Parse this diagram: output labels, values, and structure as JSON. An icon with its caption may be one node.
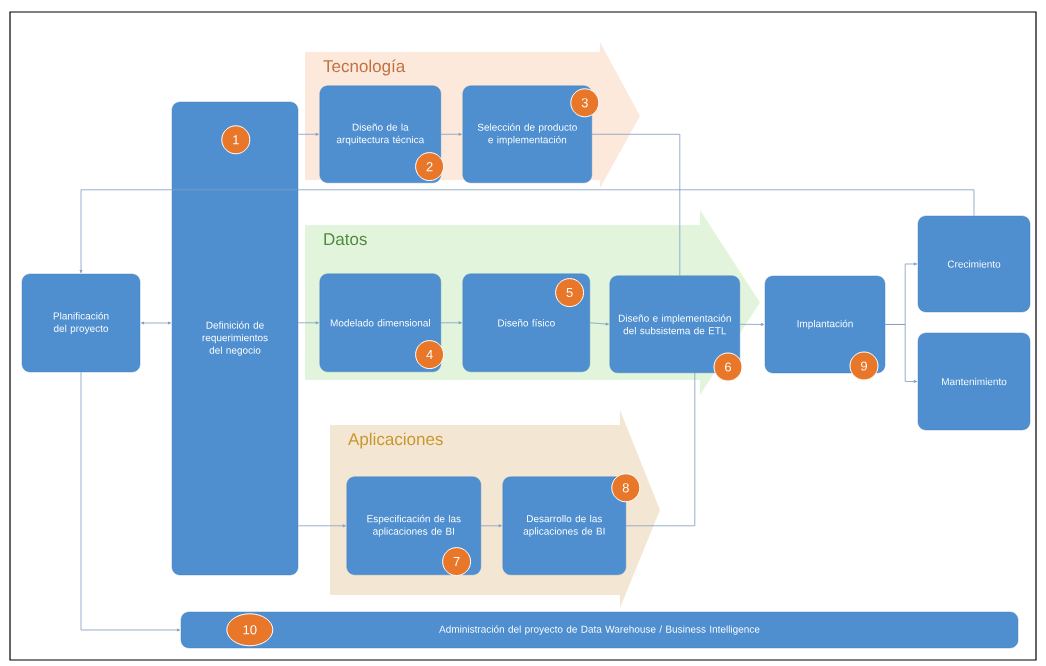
{
  "diagram": {
    "nodes": [
      {
        "text": [
          "Planificación del proyecto"
        ]
      },
      {
        "text": [
          "Definición de requerimientos del negocio"
        ]
      },
      {
        "text": [
          "1"
        ],
        "in": 1
      },
      {
        "text": [
          "Tecnología"
        ]
      },
      {
        "text": [
          "Diseño de la arquitectura técnica"
        ],
        "in": 3
      },
      {
        "text": [
          "2"
        ],
        "in": 4
      },
      {
        "text": [
          "Selección de producto e implementación"
        ],
        "in": 3
      },
      {
        "text": [
          "3"
        ],
        "in": 3
      },
      {
        "text": [
          "Datos"
        ]
      },
      {
        "text": [
          "Modelado dimensional"
        ],
        "in": 8
      },
      {
        "text": [
          "4"
        ],
        "in": 9
      },
      {
        "text": [
          "Diseño físico"
        ],
        "in": 8
      },
      {
        "text": [
          "5"
        ],
        "in": 11
      },
      {
        "text": [
          "Diseño e implementación del subsistema de ETL"
        ],
        "in": 8
      },
      {
        "text": [
          "6"
        ]
      },
      {
        "text": [
          "Aplicaciones"
        ]
      },
      {
        "text": [
          "Especificación de las aplicaciones de BI"
        ],
        "in": 15
      },
      {
        "text": [
          "7"
        ],
        "in": 16
      },
      {
        "text": [
          "Desarrollo de las aplicaciones de BI"
        ],
        "in": 15
      },
      {
        "text": [
          "8"
        ],
        "in": 15
      },
      {
        "text": [
          "Implantación"
        ]
      },
      {
        "text": [
          "9"
        ]
      },
      {
        "text": [
          "Crecimiento"
        ]
      },
      {
        "text": [
          "Mantenimiento"
        ]
      },
      {
        "text": [
          "Administración del proyecto de Data Warehouse / Business Intelligence"
        ]
      },
      {
        "text": [
          "10"
        ],
        "in": 24
      }
    ],
    "edges": [
      {
        "from": 0,
        "to": 1,
        "arrow": "both"
      },
      {
        "from": 1,
        "to": 4,
        "arrow": "to"
      },
      {
        "from": 4,
        "to": 6,
        "arrow": "to"
      },
      {
        "from": 6,
        "to": 13,
        "arrow": "none"
      },
      {
        "from": 1,
        "to": 9,
        "arrow": "to"
      },
      {
        "from": 9,
        "to": 11,
        "arrow": "to"
      },
      {
        "from": 11,
        "to": 13,
        "arrow": "to"
      },
      {
        "from": 1,
        "to": 16,
        "arrow": "to"
      },
      {
        "from": 16,
        "to": 18,
        "arrow": "to"
      },
      {
        "from": 18,
        "to": 13,
        "arrow": "none"
      },
      {
        "from": 13,
        "to": 20,
        "arrow": "to"
      },
      {
        "from": 20,
        "to": 22,
        "arrow": "to"
      },
      {
        "from": 20,
        "to": 23,
        "arrow": "to"
      },
      {
        "from": 22,
        "to": 0,
        "arrow": "to"
      },
      {
        "from": 0,
        "to": 24,
        "arrow": "to"
      }
    ]
  }
}
